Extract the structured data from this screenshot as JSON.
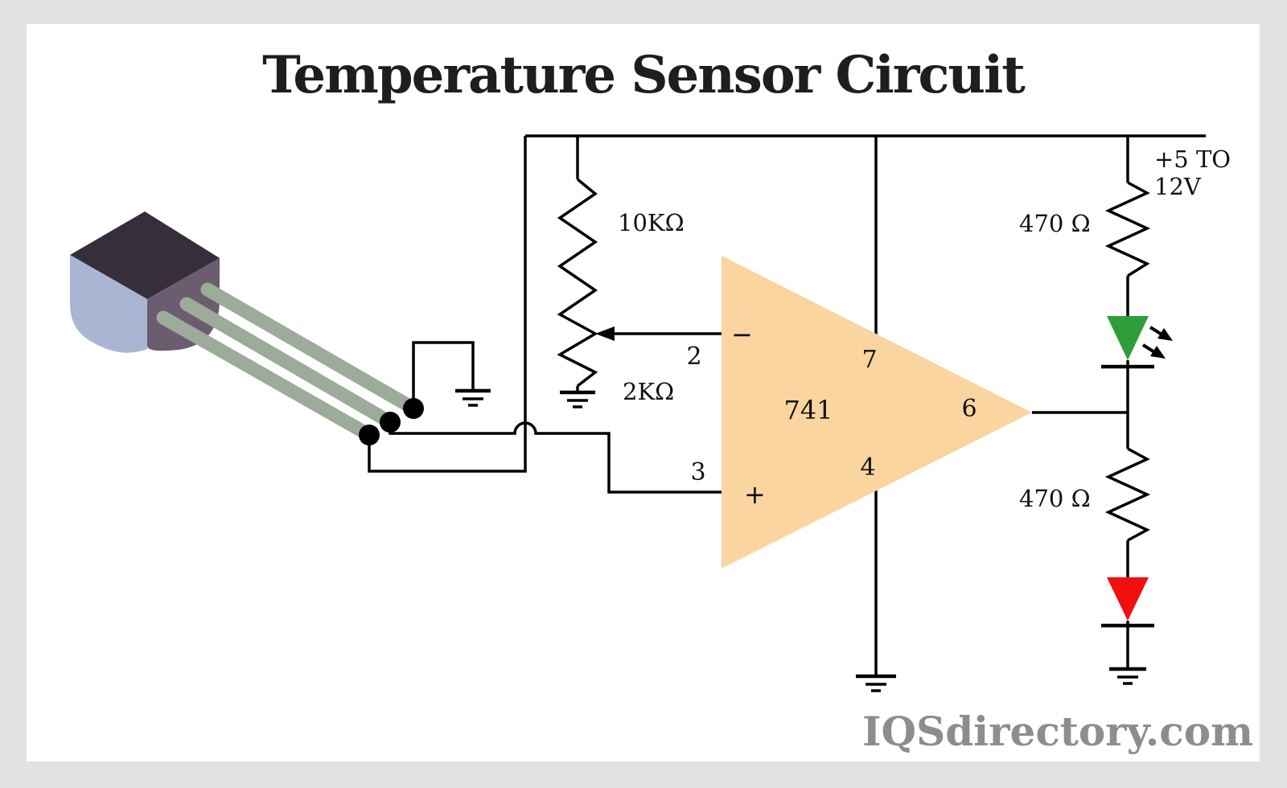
{
  "title": "Temperature Sensor Circuit",
  "watermark": "IQSdirectory.com",
  "colors": {
    "background": "#E2E2E2",
    "canvas": "#FFFFFF",
    "line": "#000000",
    "opamp_fill": "#FBD5A0",
    "led_green": "#2E9E3A",
    "led_red": "#F20F0F",
    "sensor_body_top": "#362E3A",
    "sensor_body_left_face": "#A9B5D3",
    "sensor_body_right_face": "#6C5C70",
    "sensor_leads": "#9DAB9A",
    "title_color": "#1E1E1E",
    "watermark_color": "#8D8D8D"
  },
  "components": {
    "sensor": {
      "type": "temperature-sensor TO-92 package",
      "lead_count": "3"
    },
    "potentiometer": {
      "value_total": "10KΩ",
      "value_set": "2KΩ"
    },
    "opamp": {
      "part": "741",
      "pin_inverting": "2",
      "pin_noninverting": "3",
      "pin_vplus": "7",
      "pin_vminus": "4",
      "pin_output": "6",
      "inverting_sign": "−",
      "noninverting_sign": "+"
    },
    "resistor_top": {
      "value": "470 Ω"
    },
    "resistor_bottom": {
      "value": "470 Ω"
    },
    "supply": {
      "line1": "+5 TO",
      "line2": "12V"
    },
    "led_top": {
      "color_name": "green"
    },
    "led_bottom": {
      "color_name": "red"
    }
  }
}
